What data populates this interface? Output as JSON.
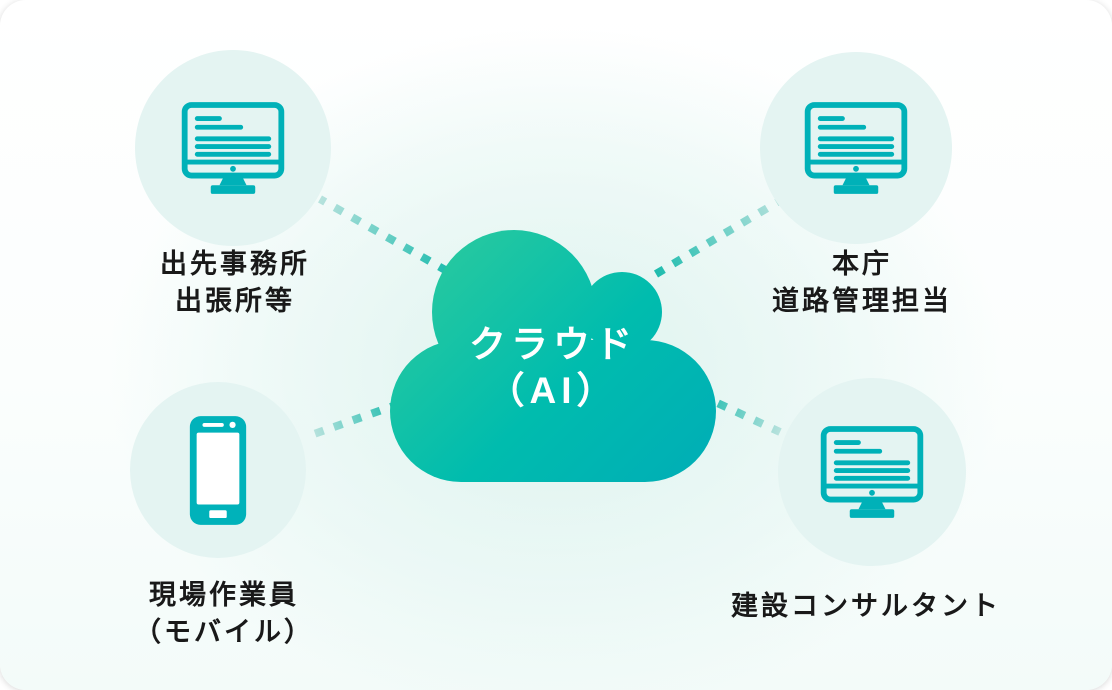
{
  "diagram": {
    "cloud": {
      "line1": "クラウド",
      "line2": "（AI）"
    },
    "nodes": {
      "branch_office": {
        "icon": "desktop-monitor-icon",
        "lines": [
          "出先事務所",
          "出張所等"
        ]
      },
      "head_office": {
        "icon": "desktop-monitor-icon",
        "lines": [
          "本庁",
          "道路管理担当"
        ]
      },
      "field_worker": {
        "icon": "smartphone-icon",
        "lines": [
          "現場作業員",
          "（モバイル）"
        ]
      },
      "consultant": {
        "icon": "desktop-monitor-icon",
        "lines": [
          "建設コンサルタント"
        ]
      }
    },
    "colors": {
      "cloud_gradient_start": "#2bca9e",
      "cloud_gradient_mid": "#00bcae",
      "cloud_gradient_end": "#00aeb6",
      "icon_teal": "#00b1b8",
      "node_circle_bg": "#e4f4f2",
      "connector_dark": "#1fbcae",
      "connector_light": "#b7e2dd",
      "label_text": "#191919",
      "cloud_text": "#ffffff",
      "card_bg": "#ffffff"
    }
  }
}
